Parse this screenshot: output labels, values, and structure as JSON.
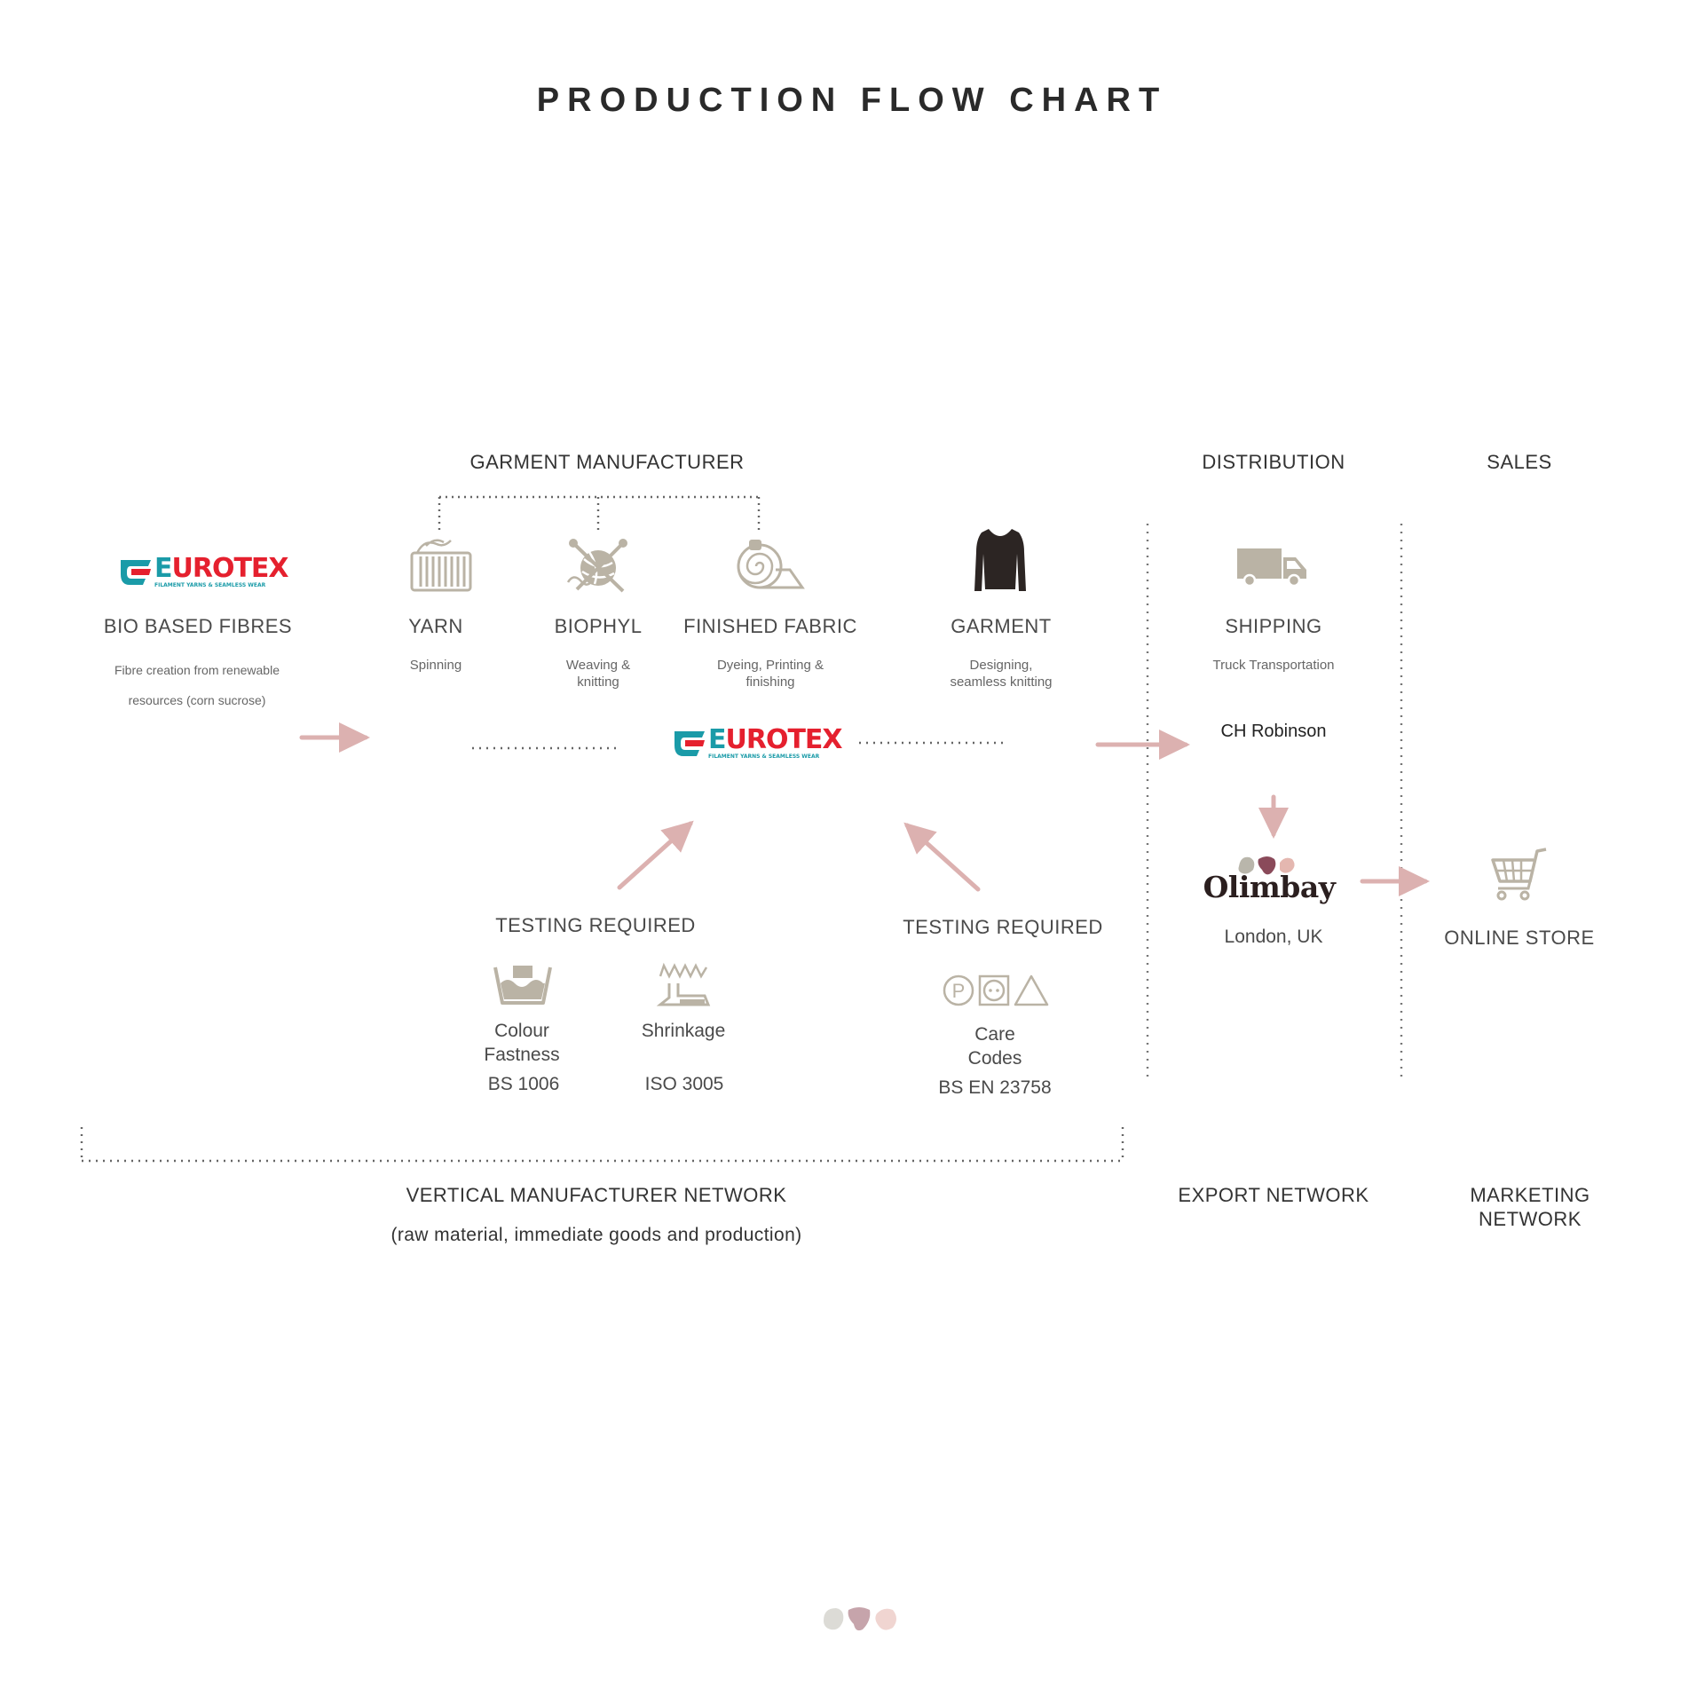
{
  "title": "PRODUCTION FLOW CHART",
  "sections": {
    "garment_manufacturer": "GARMENT MANUFACTURER",
    "distribution": "DISTRIBUTION",
    "sales": "SALES"
  },
  "logo_eurotex": {
    "word_e": "E",
    "word_rest": "UROTEX",
    "tagline": "FILAMENT YARNS & SEAMLESS WEAR"
  },
  "stages": {
    "bio": {
      "label": "BIO BASED FIBRES",
      "desc_line1": "Fibre creation from renewable",
      "desc_line2": "resources (corn sucrose)"
    },
    "yarn": {
      "label": "YARN",
      "desc": "Spinning"
    },
    "biophyl": {
      "label": "BIOPHYL",
      "desc_line1": "Weaving &",
      "desc_line2": "knitting"
    },
    "fabric": {
      "label": "FINISHED FABRIC",
      "desc_line1": "Dyeing, Printing &",
      "desc_line2": "finishing"
    },
    "garment": {
      "label": "GARMENT",
      "desc_line1": "Designing,",
      "desc_line2": "seamless knitting"
    },
    "shipping": {
      "label": "SHIPPING",
      "desc": "Truck Transportation"
    }
  },
  "ch_robinson": "CH Robinson",
  "olimbay": {
    "name": "Olimbay",
    "location": "London, UK"
  },
  "online_store": "ONLINE STORE",
  "testing_left": {
    "heading": "TESTING REQUIRED",
    "colour_line1": "Colour",
    "colour_line2": "Fastness",
    "colour_std": "BS 1006",
    "shrink": "Shrinkage",
    "shrink_std": "ISO 3005"
  },
  "testing_right": {
    "heading": "TESTING REQUIRED",
    "care_line1": "Care",
    "care_line2": "Codes",
    "care_std": "BS EN 23758",
    "p_symbol": "P"
  },
  "networks": {
    "vertical": "VERTICAL MANUFACTURER NETWORK",
    "vertical_sub": "(raw material, immediate goods and production)",
    "export": "EXPORT NETWORK",
    "marketing_line1": "MARKETING",
    "marketing_line2": "NETWORK"
  },
  "colors": {
    "arrow": "#dcb1b0",
    "icon": "#bab3a5",
    "eurotex_teal": "#1a9ba8",
    "eurotex_red": "#e5202e",
    "olimbay_grey": "#b9b6ab",
    "olimbay_plum": "#8a4a5a",
    "olimbay_pink": "#e4b7b0"
  }
}
